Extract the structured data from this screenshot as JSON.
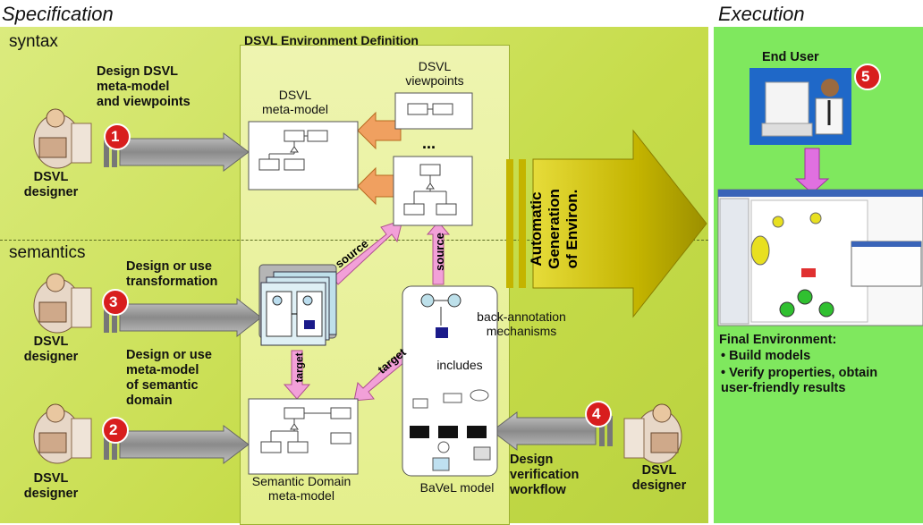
{
  "headers": {
    "specification": "Specification",
    "execution": "Execution"
  },
  "sections": {
    "syntax": "syntax",
    "semantics": "semantics",
    "env_title": "DSVL Environment Definition"
  },
  "actors": {
    "designer": "DSVL\ndesigner",
    "end_user": "End User"
  },
  "steps": [
    {
      "num": "1",
      "text": "Design DSVL\nmeta-model\nand viewpoints"
    },
    {
      "num": "3",
      "text": "Design or use\ntransformation"
    },
    {
      "num": "2",
      "text": "Design or use\nmeta-model\nof semantic\ndomain"
    },
    {
      "num": "4",
      "text": "Design\nverification\nworkflow"
    },
    {
      "num": "5",
      "text": ""
    }
  ],
  "boxes": {
    "metamodel": "DSVL\nmeta-model",
    "viewpoints": "DSVL\nviewpoints",
    "ellipsis": "...",
    "semantic_domain": "Semantic Domain\nmeta-model",
    "bavel": "BaVeL model",
    "back_annotation": "back-annotation\nmechanisms",
    "includes": "includes"
  },
  "arrows": {
    "source1": "source",
    "source2": "source",
    "target1": "target",
    "target2": "target",
    "automatic": "Automatic\nGeneration\nof Environ."
  },
  "final": {
    "title": "Final Environment:",
    "items": [
      "Build models",
      "Verify properties, obtain\nuser-friendly results"
    ]
  },
  "colors": {
    "left_bg": "#cbe05a",
    "env_bg": "#eef4a8",
    "right_bg": "#7fe85e",
    "circle": "#d81e1e",
    "pink": "#f2a0d8",
    "arrow_grey": "#9a9a9a",
    "gold": "#b8a800"
  }
}
